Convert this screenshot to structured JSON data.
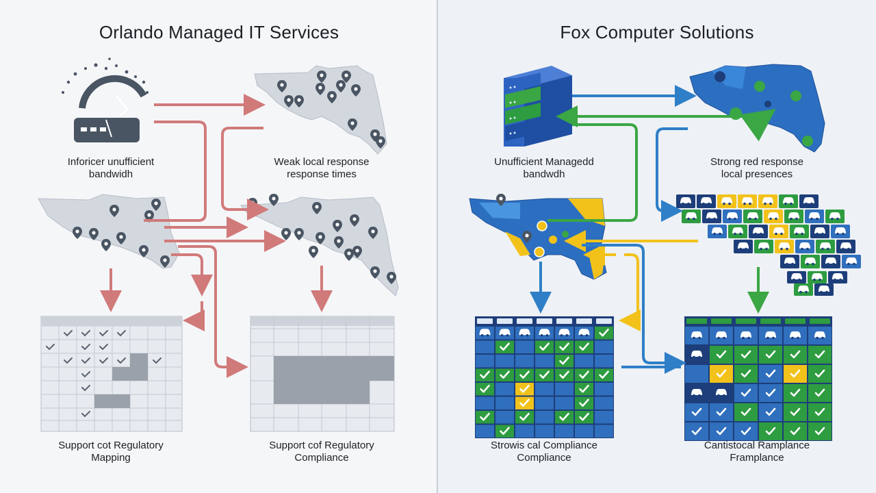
{
  "left": {
    "title": "Orlando Managed IT Services",
    "labels": {
      "router": "Inforicer unufficient\nbandwidh",
      "map_top": "Weak local response\nresponse times",
      "table_left": "Support cot Regulatory\nMapping",
      "table_right": "Support cof Regulatory\nCompliance"
    }
  },
  "right": {
    "title": "Fox Computer Solutions",
    "labels": {
      "server": "Unufficient Managedd\nbandwdh",
      "map_top": "Strong red response\nlocal presences",
      "table_left": "Strowis cal Compliance\nCompliance",
      "table_right": "Cantistocal Ramplance\nFramplance"
    }
  },
  "colors": {
    "arrow_red": "#d17a7a",
    "arrow_blue": "#2e7fc7",
    "arrow_green": "#3aa644",
    "arrow_yellow": "#f2c21b",
    "map_gray": "#d3d8df",
    "map_blue": "#2c6fc0",
    "cell_blue": "#2f6fbd",
    "cell_green": "#2e9c40",
    "cell_yellow": "#f2c21b",
    "cell_navy": "#1d3e7a"
  },
  "icons": [
    "router-icon",
    "server-icon",
    "map-pin-icon",
    "car-icon",
    "checkmark-icon"
  ]
}
